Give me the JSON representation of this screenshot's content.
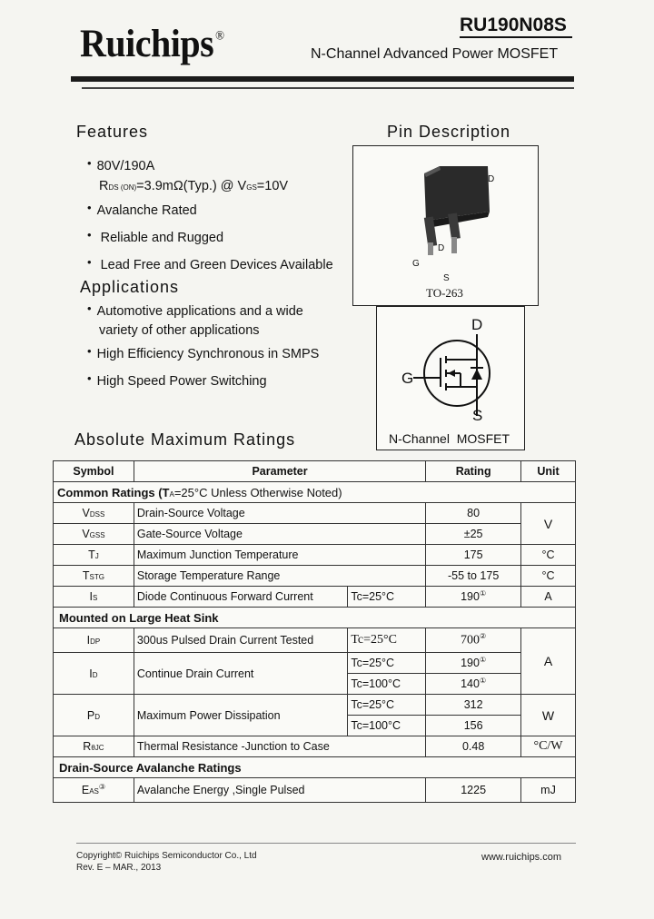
{
  "header": {
    "logo": "Ruichips",
    "logo_mark": "®",
    "part_number": "RU190N08S",
    "subtitle": "N-Channel Advanced Power MOSFET"
  },
  "features": {
    "title": "Features",
    "spec_line1": "80V/190A",
    "spec_line2_pre": "R",
    "spec_line2_sub": "DS (ON)",
    "spec_line2_mid": "=3.9mΩ(Typ.) @ V",
    "spec_line2_sub2": "GS",
    "spec_line2_end": "=10V",
    "items": [
      "Avalanche Rated",
      "Reliable and Rugged",
      "Lead Free and Green Devices Available"
    ]
  },
  "applications": {
    "title": "Applications",
    "item1_line1": "Automotive applications and a wide",
    "item1_line2": "variety of other applications",
    "item2": "High Efficiency Synchronous in SMPS",
    "item3": "High Speed Power Switching"
  },
  "pin": {
    "title": "Pin Description",
    "package": "TO-263",
    "lbl_d_top": "D",
    "lbl_d_mid": "D",
    "lbl_g": "G",
    "lbl_s": "S",
    "sym_d": "D",
    "sym_g": "G",
    "sym_s": "S",
    "sym_caption": "N-Channel  MOSFET"
  },
  "ratings": {
    "title": "Absolute Maximum Ratings",
    "headers": {
      "symbol": "Symbol",
      "parameter": "Parameter",
      "rating": "Rating",
      "unit": "Unit"
    },
    "common_title": "Common Ratings (T",
    "common_sub": "A",
    "common_rest": "=25°C Unless Otherwise Noted)",
    "rows": {
      "vdss": {
        "sym": "V",
        "sub": "DSS",
        "param": "Drain-Source Voltage",
        "rating": "80"
      },
      "vgss": {
        "sym": "V",
        "sub": "GSS",
        "param": "Gate-Source Voltage",
        "rating": "±25"
      },
      "volt_unit": "V",
      "tj": {
        "sym": "T",
        "sub": "J",
        "param": "Maximum Junction Temperature",
        "rating": "175",
        "unit": "°C"
      },
      "tstg": {
        "sym": "T",
        "sub": "STG",
        "param": "Storage Temperature Range",
        "rating": "-55 to 175",
        "unit": "°C"
      },
      "is": {
        "sym": "I",
        "sub": "S",
        "param": "Diode Continuous Forward Current",
        "cond": "Tc=25°C",
        "rating": "190",
        "note": "①",
        "unit": "A"
      }
    },
    "heatsink_title": "Mounted on Large Heat Sink",
    "hs": {
      "idp": {
        "sym": "I",
        "sub": "DP",
        "param": "300us Pulsed Drain Current Tested",
        "cond": "Tc=25°C",
        "rating": "700",
        "note": "②"
      },
      "id": {
        "sym": "I",
        "sub": "D",
        "param": "Continue Drain Current",
        "cond1": "Tc=25°C",
        "rating1": "190",
        "note1": "①",
        "cond2": "Tc=100°C",
        "rating2": "140",
        "note2": "①"
      },
      "amp_unit": "A",
      "pd": {
        "sym": "P",
        "sub": "D",
        "param": "Maximum Power Dissipation",
        "cond1": "Tc=25°C",
        "rating1": "312",
        "cond2": "Tc=100°C",
        "rating2": "156",
        "unit": "W"
      },
      "rjc": {
        "sym": "R",
        "sub": "θJC",
        "param": "Thermal Resistance -Junction to Case",
        "rating": "0.48",
        "unit": "°C/W"
      }
    },
    "aval_title": "Drain-Source Avalanche Ratings",
    "eas": {
      "sym": "E",
      "sub": "AS",
      "note": "③",
      "param": "Avalanche Energy ,Single Pulsed",
      "rating": "1225",
      "unit": "mJ"
    }
  },
  "footer": {
    "copyright": "Copyright© Ruichips Semiconductor Co., Ltd",
    "revision": "Rev. E – MAR., 2013",
    "website": "www.ruichips.com"
  }
}
